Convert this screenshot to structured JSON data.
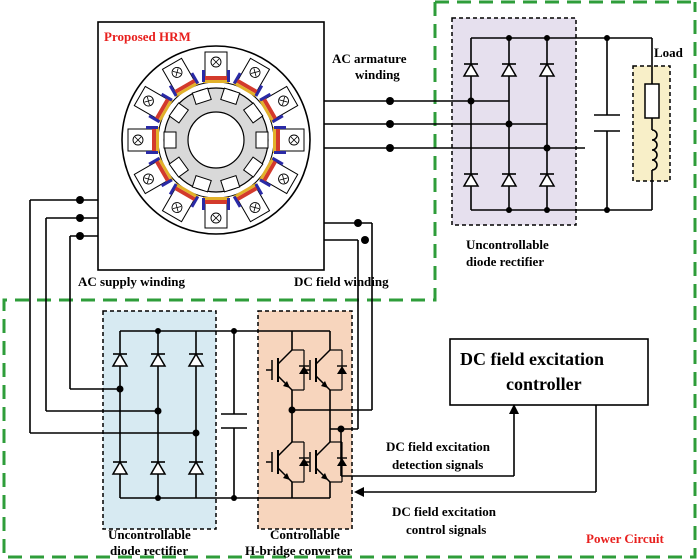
{
  "labels": {
    "machine_title": "Proposed HRM",
    "ac_armature_line1": "AC armature",
    "ac_armature_line2": "winding",
    "load": "Load",
    "ac_supply_winding": "AC supply winding",
    "dc_field_winding": "DC field winding",
    "uncontrollable_rectifier_right_line1": "Uncontrollable",
    "uncontrollable_rectifier_right_line2": "diode rectifier",
    "uncontrollable_rectifier_left_line1": "Uncontrollable",
    "uncontrollable_rectifier_left_line2": "diode rectifier",
    "hbridge_line1": "Controllable",
    "hbridge_line2": "H-bridge converter",
    "controller_line1": "DC field excitation",
    "controller_line2": "controller",
    "detection_line1": "DC field excitation",
    "detection_line2": "detection signals",
    "control_line1": "DC field excitation",
    "control_line2": "control signals",
    "power_circuit": "Power Circuit"
  },
  "colors": {
    "dashed_boundary": "#2e9d3a",
    "title_red": "#e8201e",
    "rectifier_right_fill": "#e6e0ee",
    "rectifier_left_fill": "#d7eaf2",
    "hbridge_fill": "#f7d5bd",
    "load_fill": "#f8efc8",
    "rotor_fill": "#d9d9d9",
    "winding_red": "#d33a2c",
    "winding_blue": "#2a2aa6",
    "winding_yellow": "#e2b12a"
  }
}
